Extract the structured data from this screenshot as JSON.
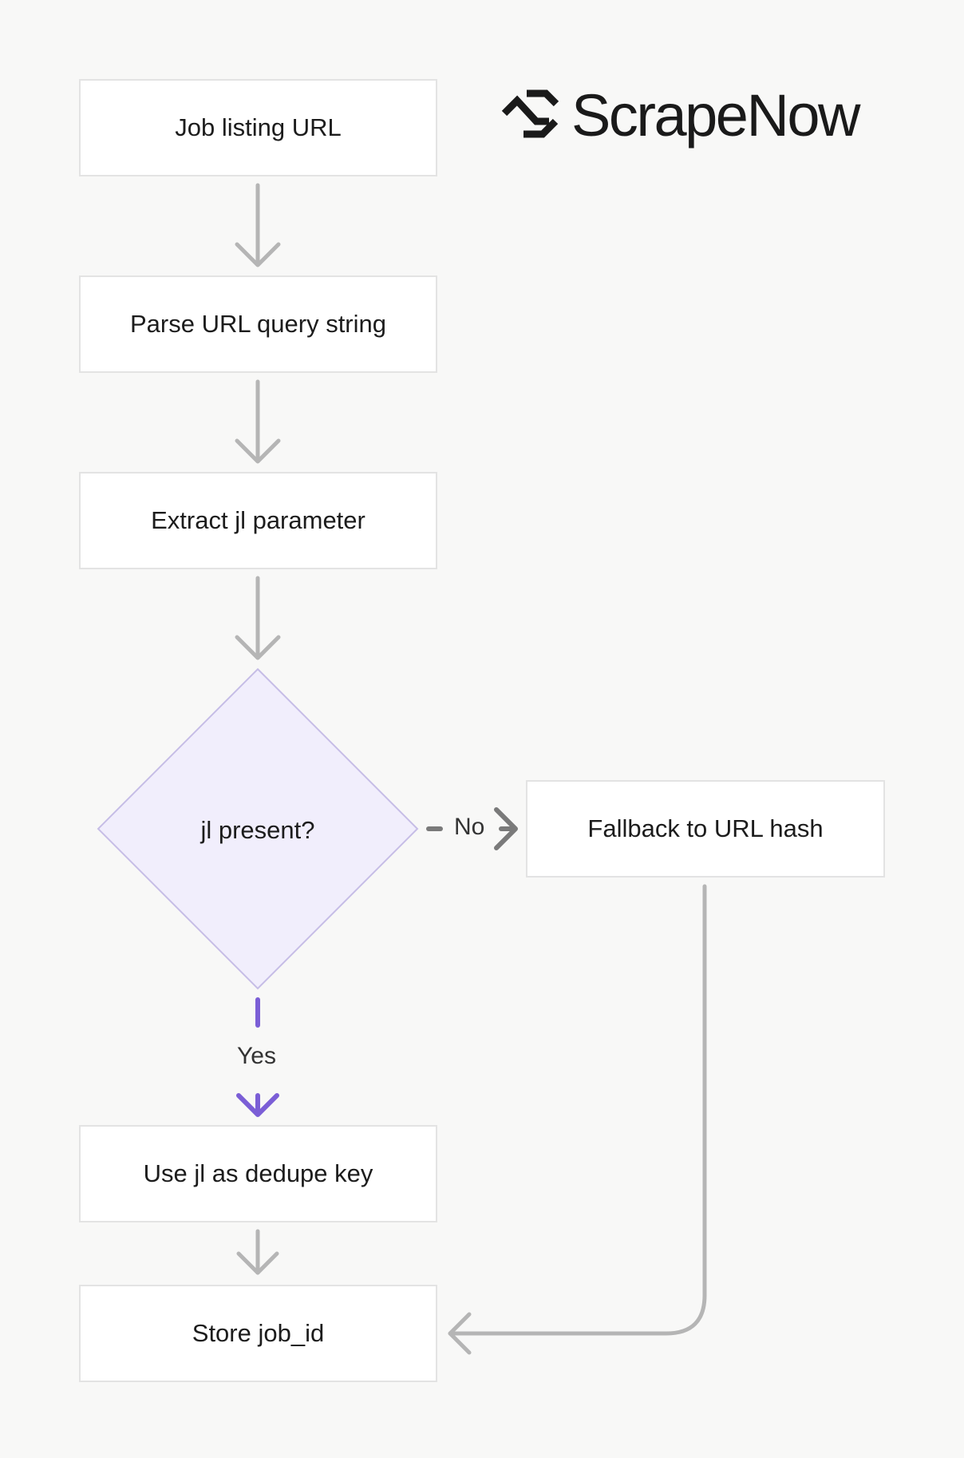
{
  "brand": {
    "name": "ScrapeNow",
    "logo_icon": "scrapenow-logo-icon"
  },
  "nodes": {
    "job_listing_url": "Job listing URL",
    "parse_query": "Parse URL query string",
    "extract_jl": "Extract jl parameter",
    "decision": "jl present?",
    "fallback": "Fallback to URL hash",
    "use_jl": "Use jl as dedupe key",
    "store": "Store job_id"
  },
  "edges": {
    "no_label": "No",
    "yes_label": "Yes"
  },
  "colors": {
    "background": "#f8f8f7",
    "node_fill": "#ffffff",
    "node_border": "#e3e3e3",
    "decision_fill": "#f1eefc",
    "decision_border": "#c6bde6",
    "arrow": "#b5b5b5",
    "no_arrow": "#7a7a7a",
    "yes_arrow": "#7b5ed6"
  }
}
